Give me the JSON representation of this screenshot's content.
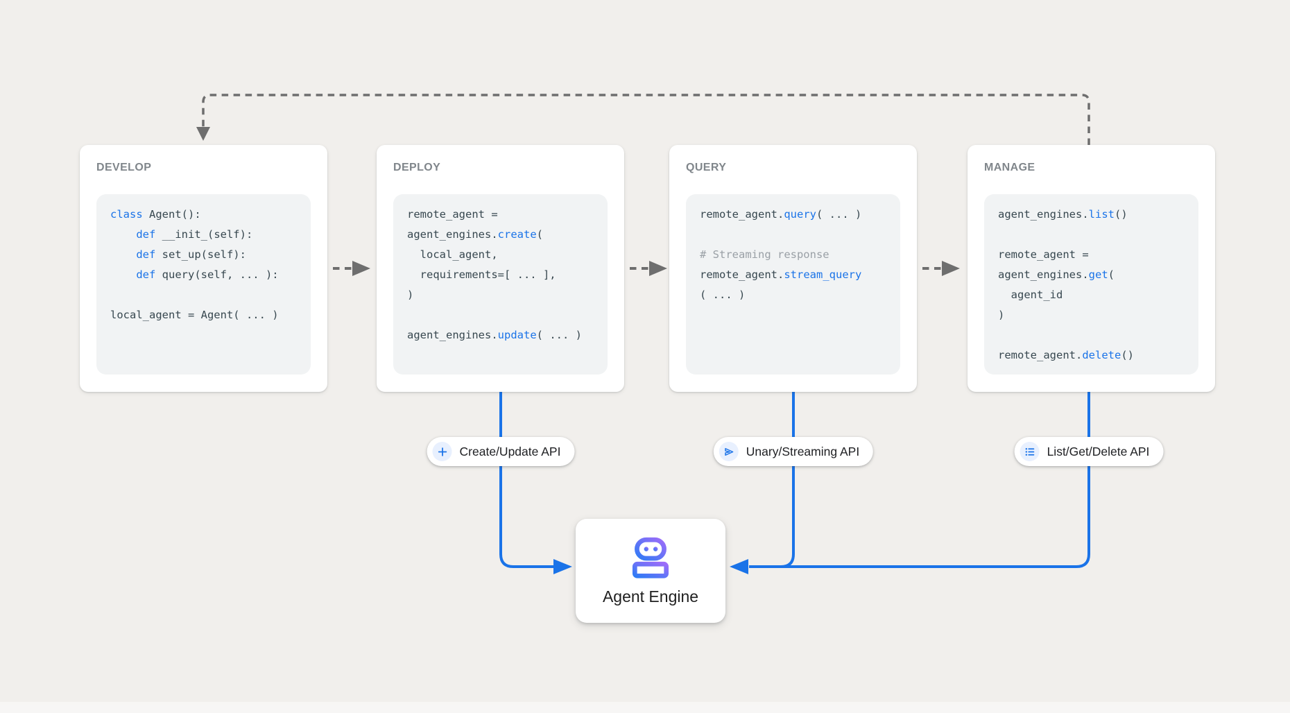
{
  "colors": {
    "canvas-bg": "#f1efec",
    "card-bg": "#ffffff",
    "code-bg": "#f1f3f4",
    "code-text": "#37474f",
    "code-keyword": "#1a73e8",
    "code-comment": "#9aa0a6",
    "card-title": "#80868b",
    "dashed-line": "#6e6e6e",
    "blue-line": "#1a73e8",
    "badge-text": "#202124",
    "badge-icon-bg": "#e8f0fe",
    "robot-blue": "#2f7bf5",
    "robot-purple": "#9d6cf9"
  },
  "cards": [
    {
      "title": "DEVELOP",
      "code_lines": [
        [
          {
            "t": "class",
            "c": "kw"
          },
          {
            "t": " Agent():",
            "c": "pl"
          }
        ],
        [
          {
            "t": "    ",
            "c": "pl"
          },
          {
            "t": "def",
            "c": "kw"
          },
          {
            "t": " __init_(self):",
            "c": "pl"
          }
        ],
        [
          {
            "t": "    ",
            "c": "pl"
          },
          {
            "t": "def",
            "c": "kw"
          },
          {
            "t": " set_up(self):",
            "c": "pl"
          }
        ],
        [
          {
            "t": "    ",
            "c": "pl"
          },
          {
            "t": "def",
            "c": "kw"
          },
          {
            "t": " query(self, ... ):",
            "c": "pl"
          }
        ],
        [],
        [
          {
            "t": "local_agent = Agent( ... )",
            "c": "pl"
          }
        ]
      ]
    },
    {
      "title": "DEPLOY",
      "code_lines": [
        [
          {
            "t": "remote_agent =",
            "c": "pl"
          }
        ],
        [
          {
            "t": "agent_engines.",
            "c": "pl"
          },
          {
            "t": "create",
            "c": "fn"
          },
          {
            "t": "(",
            "c": "pl"
          }
        ],
        [
          {
            "t": "  local_agent,",
            "c": "pl"
          }
        ],
        [
          {
            "t": "  requirements=[ ... ],",
            "c": "pl"
          }
        ],
        [
          {
            "t": ")",
            "c": "pl"
          }
        ],
        [],
        [
          {
            "t": "agent_engines.",
            "c": "pl"
          },
          {
            "t": "update",
            "c": "fn"
          },
          {
            "t": "( ... )",
            "c": "pl"
          }
        ]
      ]
    },
    {
      "title": "QUERY",
      "code_lines": [
        [
          {
            "t": "remote_agent.",
            "c": "pl"
          },
          {
            "t": "query",
            "c": "fn"
          },
          {
            "t": "( ... )",
            "c": "pl"
          }
        ],
        [],
        [
          {
            "t": "# Streaming response",
            "c": "cm"
          }
        ],
        [
          {
            "t": "remote_agent.",
            "c": "pl"
          },
          {
            "t": "stream_query",
            "c": "fn"
          }
        ],
        [
          {
            "t": "( ... )",
            "c": "pl"
          }
        ]
      ]
    },
    {
      "title": "MANAGE",
      "code_lines": [
        [
          {
            "t": "agent_engines.",
            "c": "pl"
          },
          {
            "t": "list",
            "c": "fn"
          },
          {
            "t": "()",
            "c": "pl"
          }
        ],
        [],
        [
          {
            "t": "remote_agent =",
            "c": "pl"
          }
        ],
        [
          {
            "t": "agent_engines.",
            "c": "pl"
          },
          {
            "t": "get",
            "c": "fn"
          },
          {
            "t": "(",
            "c": "pl"
          }
        ],
        [
          {
            "t": "  agent_id",
            "c": "pl"
          }
        ],
        [
          {
            "t": ")",
            "c": "pl"
          }
        ],
        [],
        [
          {
            "t": "remote_agent.",
            "c": "pl"
          },
          {
            "t": "delete",
            "c": "fn"
          },
          {
            "t": "()",
            "c": "pl"
          }
        ]
      ]
    }
  ],
  "badges": [
    {
      "icon": "plus-icon",
      "label": "Create/Update API"
    },
    {
      "icon": "send-icon",
      "label": "Unary/Streaming API"
    },
    {
      "icon": "list-icon",
      "label": "List/Get/Delete API"
    }
  ],
  "engine": {
    "icon": "robot-icon",
    "label": "Agent Engine"
  }
}
